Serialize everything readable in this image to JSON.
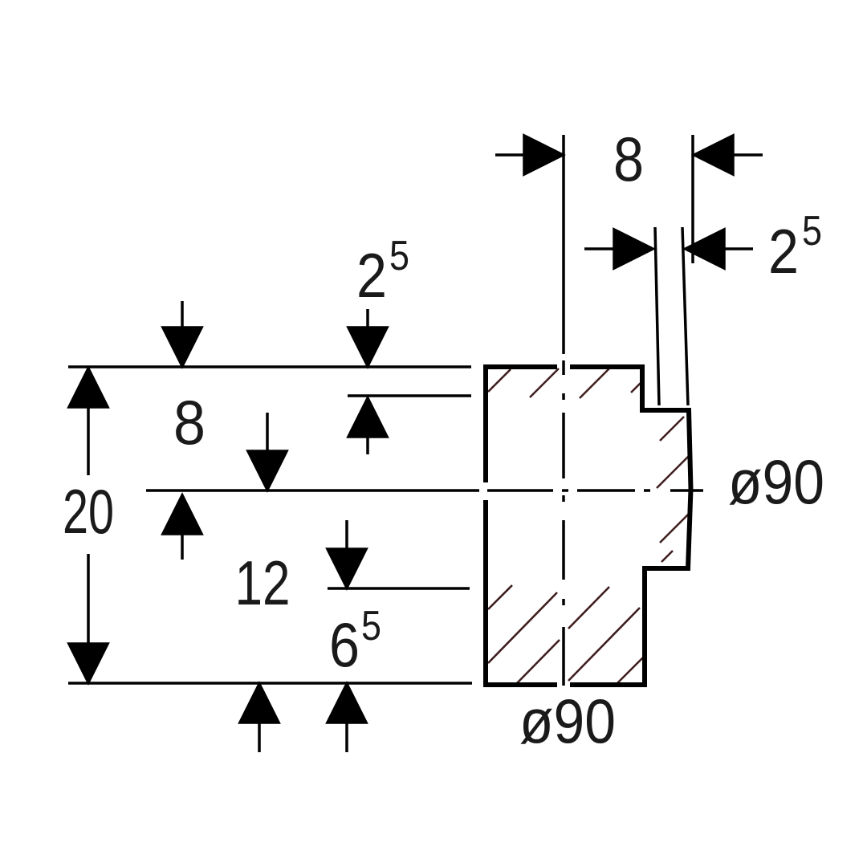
{
  "drawing": {
    "title": "seal cross-section dimension drawing",
    "dims": {
      "top_width": "8",
      "top_wall_base": "2",
      "top_wall_sup": "5",
      "overall_height": "20",
      "upper_height": "8",
      "lip_base": "2",
      "lip_sup": "5",
      "mid_height": "12",
      "lower_base": "6",
      "lower_sup": "5",
      "dia_right": "ø90",
      "dia_bottom": "ø90"
    },
    "colors": {
      "outline": "#000000",
      "thin": "#000000",
      "hatch": "#3f1f20",
      "text": "#1a1a1a",
      "background": "#ffffff"
    }
  }
}
